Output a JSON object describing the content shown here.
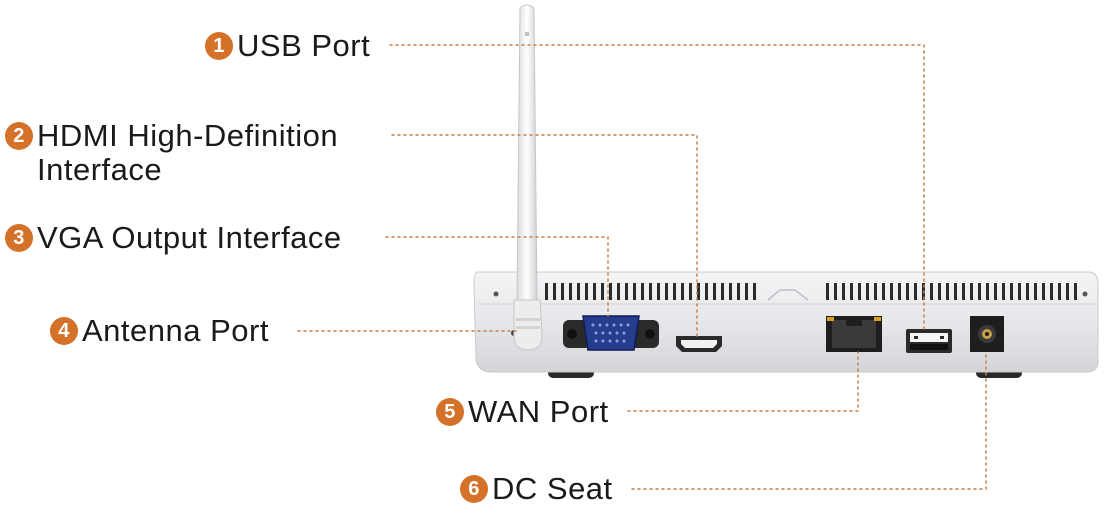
{
  "accent_color": "#d4722a",
  "leader_color": "#c8814a",
  "device_color": "#e9eaec",
  "callouts": [
    {
      "num": "1",
      "text": "USB Port"
    },
    {
      "num": "2",
      "text": "HDMI High-Definition",
      "text2": "Interface"
    },
    {
      "num": "3",
      "text": "VGA Output Interface"
    },
    {
      "num": "4",
      "text": "Antenna Port"
    },
    {
      "num": "5",
      "text": "WAN Port"
    },
    {
      "num": "6",
      "text": "DC Seat"
    }
  ]
}
